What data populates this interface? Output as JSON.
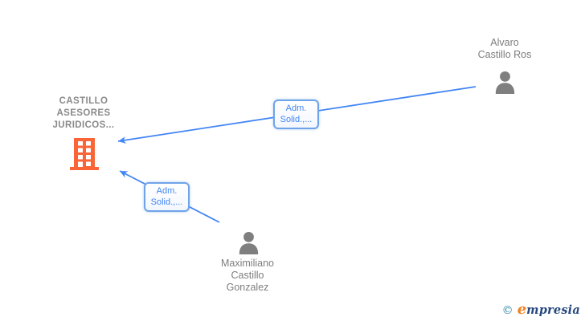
{
  "company": {
    "name": "CASTILLO ASESORES JURIDICOS...",
    "name_lines": [
      "CASTILLO",
      "ASESORES",
      "JURIDICOS..."
    ],
    "icon": "building-icon",
    "icon_color": "#fa6436"
  },
  "persons": [
    {
      "name": "Alvaro Castillo Ros",
      "name_lines": [
        "Alvaro",
        "Castillo Ros"
      ],
      "icon": "person-icon",
      "icon_color": "#7f7f7f"
    },
    {
      "name": "Maximiliano Castillo Gonzalez",
      "name_lines": [
        "Maximiliano",
        "Castillo",
        "Gonzalez"
      ],
      "icon": "person-icon",
      "icon_color": "#7f7f7f"
    }
  ],
  "edges": [
    {
      "from": "Alvaro Castillo Ros",
      "to": "CASTILLO ASESORES JURIDICOS...",
      "label_line1": "Adm.",
      "label_line2": "Solid.,...",
      "color": "#4285f4"
    },
    {
      "from": "Maximiliano Castillo Gonzalez",
      "to": "CASTILLO ASESORES JURIDICOS...",
      "label_line1": "Adm.",
      "label_line2": "Solid.,...",
      "color": "#4285f4"
    }
  ],
  "footer": {
    "copyright_symbol": "©",
    "brand_first_letter": "e",
    "brand_rest": "mpresia"
  }
}
